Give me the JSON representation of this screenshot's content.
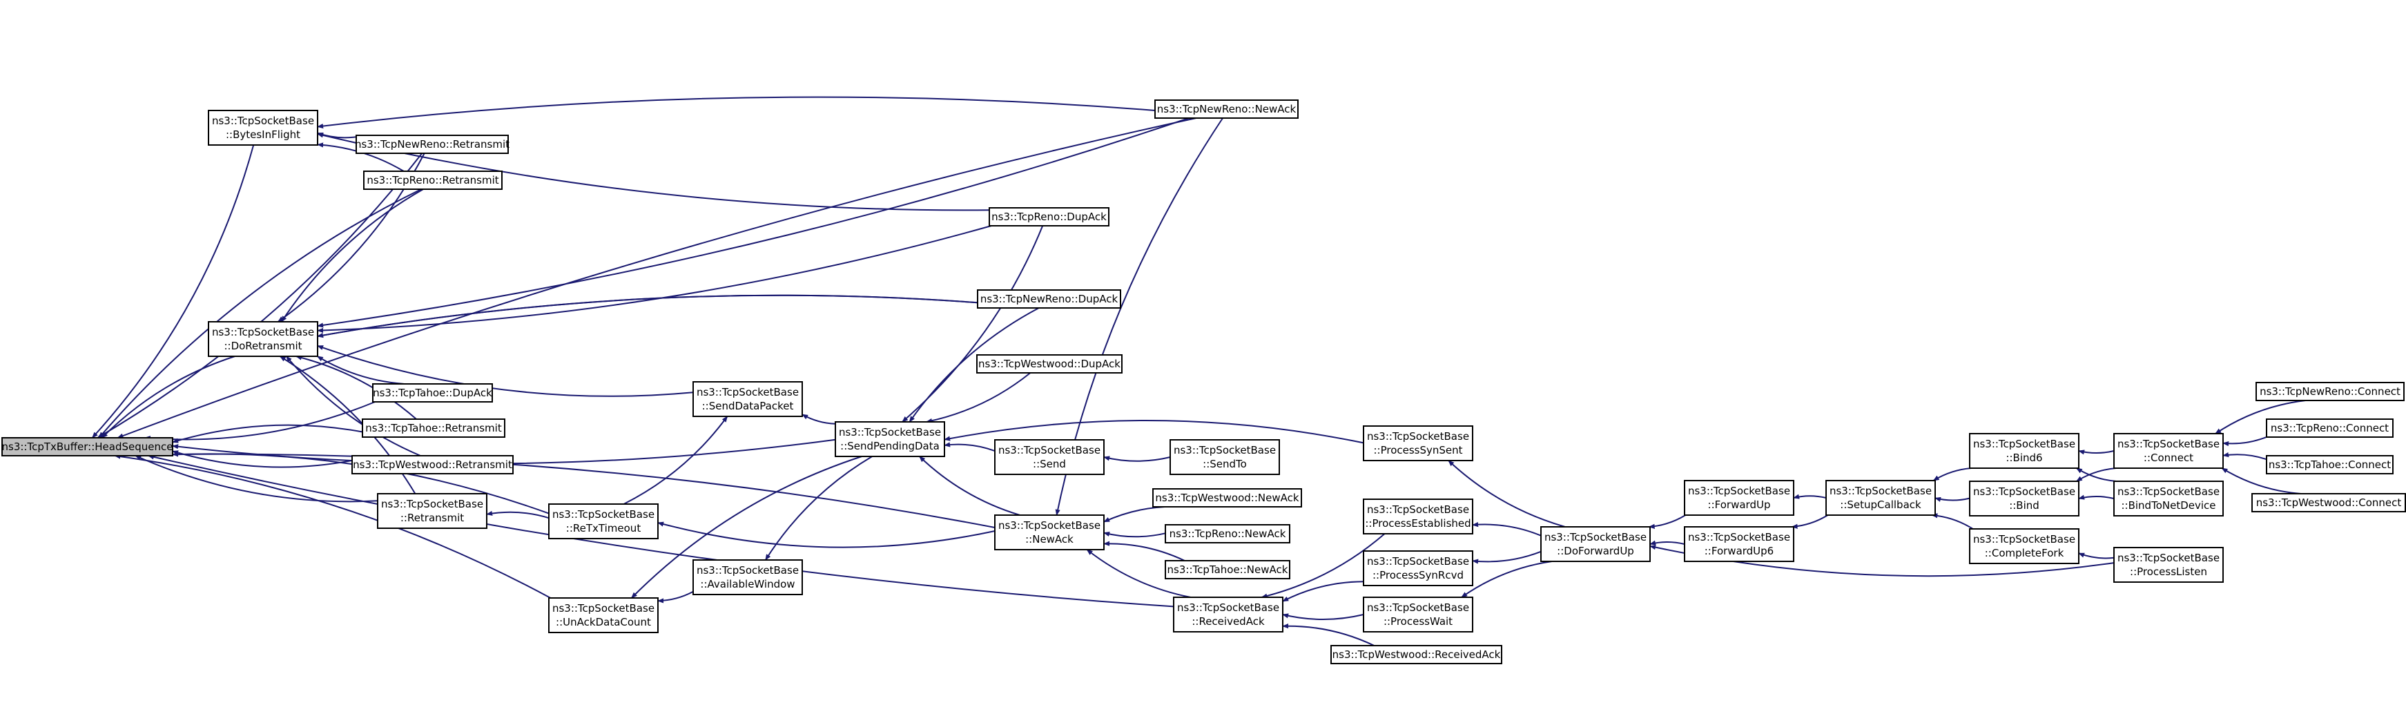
{
  "graph": {
    "title": "",
    "colors": {
      "edge": "#191970",
      "node_fill": "#ffffff",
      "node_highlight_fill": "#bfbfbf",
      "node_border": "#000000"
    },
    "nodes": [
      {
        "id": "head",
        "lines": [
          "ns3::TcpTxBuffer::HeadSequence"
        ],
        "highlight": true
      },
      {
        "id": "bif",
        "lines": [
          "ns3::TcpSocketBase",
          "::BytesInFlight"
        ]
      },
      {
        "id": "doretx",
        "lines": [
          "ns3::TcpSocketBase",
          "::DoRetransmit"
        ]
      },
      {
        "id": "retx",
        "lines": [
          "ns3::TcpSocketBase",
          "::Retransmit"
        ]
      },
      {
        "id": "unack",
        "lines": [
          "ns3::TcpSocketBase",
          "::UnAckDataCount"
        ]
      },
      {
        "id": "nrretx",
        "lines": [
          "ns3::TcpNewReno::Retransmit"
        ]
      },
      {
        "id": "renoretx",
        "lines": [
          "ns3::TcpReno::Retransmit"
        ]
      },
      {
        "id": "tahoedup",
        "lines": [
          "ns3::TcpTahoe::DupAck"
        ]
      },
      {
        "id": "tahoeretx",
        "lines": [
          "ns3::TcpTahoe::Retransmit"
        ]
      },
      {
        "id": "wwretx",
        "lines": [
          "ns3::TcpWestwood::Retransmit"
        ]
      },
      {
        "id": "rto",
        "lines": [
          "ns3::TcpSocketBase",
          "::ReTxTimeout"
        ]
      },
      {
        "id": "sdp",
        "lines": [
          "ns3::TcpSocketBase",
          "::SendDataPacket"
        ]
      },
      {
        "id": "aw",
        "lines": [
          "ns3::TcpSocketBase",
          "::AvailableWindow"
        ]
      },
      {
        "id": "spd",
        "lines": [
          "ns3::TcpSocketBase",
          "::SendPendingData"
        ]
      },
      {
        "id": "nrnewack",
        "lines": [
          "ns3::TcpNewReno::NewAck"
        ]
      },
      {
        "id": "renodup",
        "lines": [
          "ns3::TcpReno::DupAck"
        ]
      },
      {
        "id": "nrdup",
        "lines": [
          "ns3::TcpNewReno::DupAck"
        ]
      },
      {
        "id": "wwdup",
        "lines": [
          "ns3::TcpWestwood::DupAck"
        ]
      },
      {
        "id": "send",
        "lines": [
          "ns3::TcpSocketBase",
          "::Send"
        ]
      },
      {
        "id": "newack",
        "lines": [
          "ns3::TcpSocketBase",
          "::NewAck"
        ]
      },
      {
        "id": "recvack",
        "lines": [
          "ns3::TcpSocketBase",
          "::ReceivedAck"
        ]
      },
      {
        "id": "sendto",
        "lines": [
          "ns3::TcpSocketBase",
          "::SendTo"
        ]
      },
      {
        "id": "wwnewack",
        "lines": [
          "ns3::TcpWestwood::NewAck"
        ]
      },
      {
        "id": "renonewack",
        "lines": [
          "ns3::TcpReno::NewAck"
        ]
      },
      {
        "id": "tahoenewack",
        "lines": [
          "ns3::TcpTahoe::NewAck"
        ]
      },
      {
        "id": "wwrecvack",
        "lines": [
          "ns3::TcpWestwood::ReceivedAck"
        ]
      },
      {
        "id": "psynsent",
        "lines": [
          "ns3::TcpSocketBase",
          "::ProcessSynSent"
        ]
      },
      {
        "id": "pest",
        "lines": [
          "ns3::TcpSocketBase",
          "::ProcessEstablished"
        ]
      },
      {
        "id": "psynrcvd",
        "lines": [
          "ns3::TcpSocketBase",
          "::ProcessSynRcvd"
        ]
      },
      {
        "id": "pwait",
        "lines": [
          "ns3::TcpSocketBase",
          "::ProcessWait"
        ]
      },
      {
        "id": "dfu",
        "lines": [
          "ns3::TcpSocketBase",
          "::DoForwardUp"
        ]
      },
      {
        "id": "fu",
        "lines": [
          "ns3::TcpSocketBase",
          "::ForwardUp"
        ]
      },
      {
        "id": "fu6",
        "lines": [
          "ns3::TcpSocketBase",
          "::ForwardUp6"
        ]
      },
      {
        "id": "setcb",
        "lines": [
          "ns3::TcpSocketBase",
          "::SetupCallback"
        ]
      },
      {
        "id": "bind6",
        "lines": [
          "ns3::TcpSocketBase",
          "::Bind6"
        ]
      },
      {
        "id": "bind",
        "lines": [
          "ns3::TcpSocketBase",
          "::Bind"
        ]
      },
      {
        "id": "cfork",
        "lines": [
          "ns3::TcpSocketBase",
          "::CompleteFork"
        ]
      },
      {
        "id": "connect",
        "lines": [
          "ns3::TcpSocketBase",
          "::Connect"
        ]
      },
      {
        "id": "btnd",
        "lines": [
          "ns3::TcpSocketBase",
          "::BindToNetDevice"
        ]
      },
      {
        "id": "plisten",
        "lines": [
          "ns3::TcpSocketBase",
          "::ProcessListen"
        ]
      },
      {
        "id": "nrconn",
        "lines": [
          "ns3::TcpNewReno::Connect"
        ]
      },
      {
        "id": "renoconn",
        "lines": [
          "ns3::TcpReno::Connect"
        ]
      },
      {
        "id": "tahoeconn",
        "lines": [
          "ns3::TcpTahoe::Connect"
        ]
      },
      {
        "id": "wwconn",
        "lines": [
          "ns3::TcpWestwood::Connect"
        ]
      }
    ],
    "edges": [
      {
        "from": "bif",
        "to": "head"
      },
      {
        "from": "doretx",
        "to": "head"
      },
      {
        "from": "retx",
        "to": "head"
      },
      {
        "from": "unack",
        "to": "head"
      },
      {
        "from": "nrretx",
        "to": "head"
      },
      {
        "from": "renoretx",
        "to": "head"
      },
      {
        "from": "tahoedup",
        "to": "head"
      },
      {
        "from": "tahoeretx",
        "to": "head"
      },
      {
        "from": "wwretx",
        "to": "head"
      },
      {
        "from": "rto",
        "to": "head"
      },
      {
        "from": "spd",
        "to": "head"
      },
      {
        "from": "newack",
        "to": "head"
      },
      {
        "from": "recvack",
        "to": "head"
      },
      {
        "from": "nrnewack",
        "to": "head"
      },
      {
        "from": "nrretx",
        "to": "bif"
      },
      {
        "from": "renoretx",
        "to": "bif"
      },
      {
        "from": "renodup",
        "to": "bif"
      },
      {
        "from": "nrnewack",
        "to": "bif"
      },
      {
        "from": "nrretx",
        "to": "doretx"
      },
      {
        "from": "renoretx",
        "to": "doretx"
      },
      {
        "from": "tahoedup",
        "to": "doretx"
      },
      {
        "from": "tahoeretx",
        "to": "doretx"
      },
      {
        "from": "wwretx",
        "to": "doretx"
      },
      {
        "from": "retx",
        "to": "doretx"
      },
      {
        "from": "renodup",
        "to": "doretx"
      },
      {
        "from": "nrdup",
        "to": "doretx"
      },
      {
        "from": "nrnewack",
        "to": "doretx"
      },
      {
        "from": "nrdup",
        "to": "doretx"
      },
      {
        "from": "sdp",
        "to": "doretx"
      },
      {
        "from": "rto",
        "to": "retx"
      },
      {
        "from": "newack",
        "to": "rto"
      },
      {
        "from": "rto",
        "to": "sdp"
      },
      {
        "from": "aw",
        "to": "unack"
      },
      {
        "from": "spd",
        "to": "unack"
      },
      {
        "from": "spd",
        "to": "sdp"
      },
      {
        "from": "spd",
        "to": "aw"
      },
      {
        "from": "renodup",
        "to": "spd"
      },
      {
        "from": "nrdup",
        "to": "spd"
      },
      {
        "from": "wwdup",
        "to": "spd"
      },
      {
        "from": "send",
        "to": "spd"
      },
      {
        "from": "newack",
        "to": "spd"
      },
      {
        "from": "psynsent",
        "to": "spd"
      },
      {
        "from": "sendto",
        "to": "send"
      },
      {
        "from": "wwnewack",
        "to": "newack"
      },
      {
        "from": "renonewack",
        "to": "newack"
      },
      {
        "from": "tahoenewack",
        "to": "newack"
      },
      {
        "from": "recvack",
        "to": "newack"
      },
      {
        "from": "nrnewack",
        "to": "newack"
      },
      {
        "from": "pest",
        "to": "recvack"
      },
      {
        "from": "psynrcvd",
        "to": "recvack"
      },
      {
        "from": "pwait",
        "to": "recvack"
      },
      {
        "from": "wwrecvack",
        "to": "recvack"
      },
      {
        "from": "dfu",
        "to": "psynsent"
      },
      {
        "from": "dfu",
        "to": "pest"
      },
      {
        "from": "dfu",
        "to": "psynrcvd"
      },
      {
        "from": "dfu",
        "to": "pwait"
      },
      {
        "from": "fu",
        "to": "dfu"
      },
      {
        "from": "fu6",
        "to": "dfu"
      },
      {
        "from": "plisten",
        "to": "dfu"
      },
      {
        "from": "setcb",
        "to": "fu"
      },
      {
        "from": "setcb",
        "to": "fu6"
      },
      {
        "from": "bind6",
        "to": "setcb"
      },
      {
        "from": "bind",
        "to": "setcb"
      },
      {
        "from": "cfork",
        "to": "setcb"
      },
      {
        "from": "connect",
        "to": "bind6"
      },
      {
        "from": "connect",
        "to": "bind"
      },
      {
        "from": "btnd",
        "to": "bind6"
      },
      {
        "from": "btnd",
        "to": "bind"
      },
      {
        "from": "plisten",
        "to": "cfork"
      },
      {
        "from": "nrconn",
        "to": "connect"
      },
      {
        "from": "renoconn",
        "to": "connect"
      },
      {
        "from": "tahoeconn",
        "to": "connect"
      },
      {
        "from": "wwconn",
        "to": "connect"
      }
    ]
  }
}
